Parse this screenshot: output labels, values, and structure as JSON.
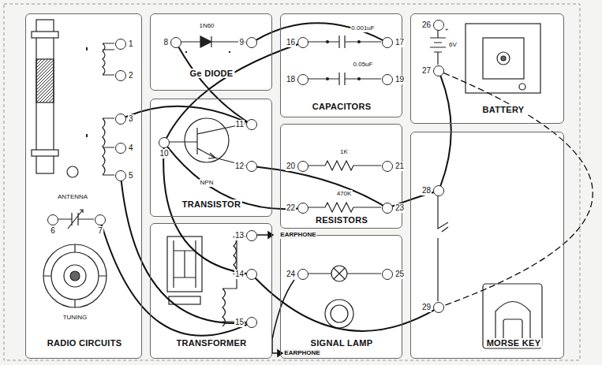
{
  "diagram": {
    "nodes": [
      {
        "text": [
          "RADIO CIRCUITS"
        ]
      },
      {
        "text": [
          "1"
        ],
        "in": 0
      },
      {
        "text": [
          "2"
        ],
        "in": 0
      },
      {
        "text": [
          "3"
        ],
        "in": 0
      },
      {
        "text": [
          "4"
        ],
        "in": 0
      },
      {
        "text": [
          "5"
        ],
        "in": 0
      },
      {
        "text": [
          "6"
        ],
        "in": 0
      },
      {
        "text": [
          "7"
        ],
        "in": 0
      },
      {
        "text": [
          "Ge DIODE"
        ]
      },
      {
        "text": [
          "8"
        ],
        "in": 8
      },
      {
        "text": [
          "9"
        ],
        "in": 8
      },
      {
        "text": [
          "TRANSISTOR"
        ]
      },
      {
        "text": [
          "10"
        ],
        "in": 11
      },
      {
        "text": [
          "11"
        ],
        "in": 11
      },
      {
        "text": [
          "12"
        ],
        "in": 11
      },
      {
        "text": [
          "TRANSFORMER"
        ]
      },
      {
        "text": [
          "13"
        ],
        "in": 15
      },
      {
        "text": [
          "14"
        ],
        "in": 15
      },
      {
        "text": [
          "15"
        ],
        "in": 15
      },
      {
        "text": [
          "CAPACITORS"
        ]
      },
      {
        "text": [
          "16"
        ],
        "in": 19
      },
      {
        "text": [
          "17"
        ],
        "in": 19
      },
      {
        "text": [
          "18"
        ],
        "in": 19
      },
      {
        "text": [
          "19"
        ],
        "in": 19
      },
      {
        "text": [
          "RESISTORS"
        ]
      },
      {
        "text": [
          "20"
        ],
        "in": 24
      },
      {
        "text": [
          "21"
        ],
        "in": 24
      },
      {
        "text": [
          "22"
        ],
        "in": 24
      },
      {
        "text": [
          "23"
        ],
        "in": 24
      },
      {
        "text": [
          "SIGNAL LAMP"
        ]
      },
      {
        "text": [
          "24"
        ],
        "in": 29
      },
      {
        "text": [
          "25"
        ],
        "in": 29
      },
      {
        "text": [
          "BATTERY"
        ]
      },
      {
        "text": [
          "26"
        ],
        "in": 32
      },
      {
        "text": [
          "27"
        ],
        "in": 32
      },
      {
        "text": [
          "MORSE KEY"
        ]
      },
      {
        "text": [
          "28"
        ],
        "in": 35
      },
      {
        "text": [
          "29"
        ],
        "in": 35
      }
    ],
    "edges": [
      {
        "from": 10,
        "to": 21,
        "arrow": "none"
      },
      {
        "from": 20,
        "to": 12,
        "arrow": "none"
      },
      {
        "from": 3,
        "to": 13,
        "arrow": "none"
      },
      {
        "from": 12,
        "to": 27,
        "arrow": "none"
      },
      {
        "from": 14,
        "to": 28,
        "arrow": "none"
      },
      {
        "from": 28,
        "to": 36,
        "arrow": "none"
      },
      {
        "from": 5,
        "to": 18,
        "arrow": "none"
      },
      {
        "from": 12,
        "to": 17,
        "arrow": "none"
      },
      {
        "from": 17,
        "to": 37,
        "arrow": "none"
      },
      {
        "from": 34,
        "to": 36,
        "arrow": "none"
      },
      {
        "from": 9,
        "to": 13,
        "arrow": "none"
      },
      {
        "from": 7,
        "to": 18,
        "arrow": "none"
      },
      {
        "from": 34,
        "to": 37,
        "arrow": "none"
      }
    ],
    "labels": [
      "1N60",
      "0.001uF",
      "0.05uF",
      "1K",
      "470K",
      "+",
      "6V",
      "NPN",
      "ANTENNA",
      "TUNING",
      "EARPHONE",
      "EARPHONE"
    ]
  }
}
